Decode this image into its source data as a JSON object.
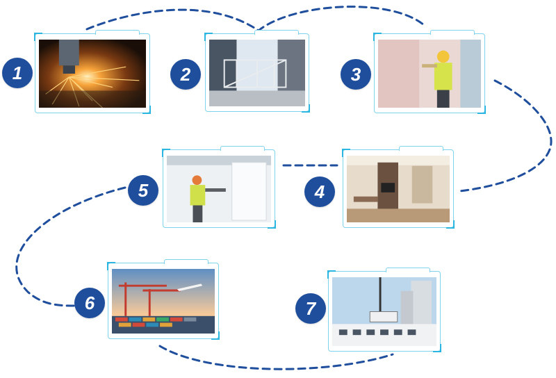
{
  "steps": [
    {
      "number": "1",
      "icon": "laser-cutting-photo"
    },
    {
      "number": "2",
      "icon": "steel-frame-photo"
    },
    {
      "number": "3",
      "icon": "wall-installation-photo"
    },
    {
      "number": "4",
      "icon": "finished-room-photo"
    },
    {
      "number": "5",
      "icon": "quality-inspection-photo"
    },
    {
      "number": "6",
      "icon": "shipping-port-photo"
    },
    {
      "number": "7",
      "icon": "crane-installation-photo"
    }
  ],
  "colors": {
    "badge": "#1f4e9c",
    "connector": "#1f4e9c",
    "frame": "#7fd3ec"
  }
}
